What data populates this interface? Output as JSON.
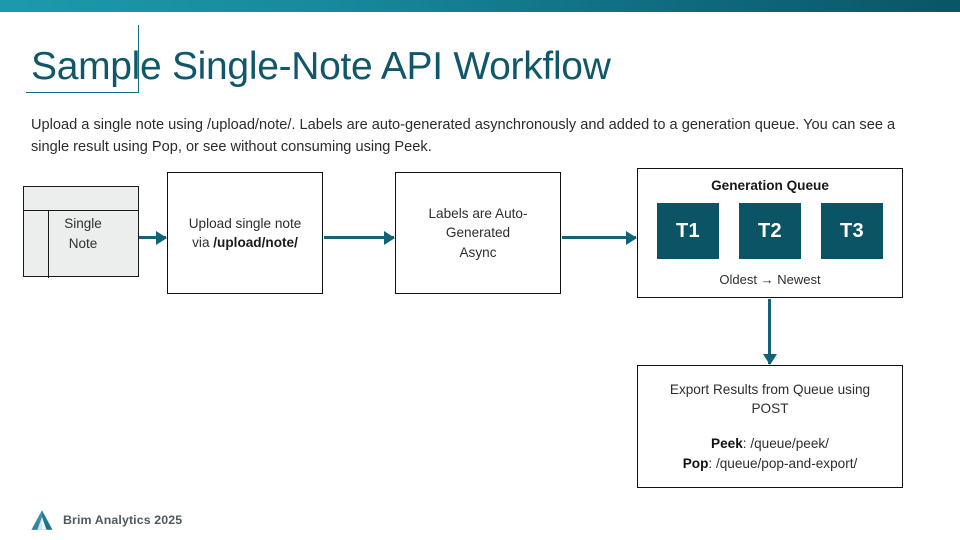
{
  "theme": {
    "accent_teal": "#0b5466",
    "title_teal": "#11576a",
    "arrow_teal": "#136277",
    "bar_gradient_start": "#1c9aab",
    "bar_gradient_end": "#0a5566",
    "note_fill": "#eceded"
  },
  "header": {
    "title": "Sample Single-Note API Workflow",
    "description": "Upload a single note using /upload/note/. Labels are auto-generated asynchronously and added to a generation queue. You can see a single result using Pop, or see without consuming using Peek."
  },
  "diagram": {
    "note_card": {
      "label_line1": "Single",
      "label_line2": "Note"
    },
    "upload_box": {
      "line1": "Upload single note",
      "line2_prefix": "via ",
      "line2_endpoint": "/upload/note/"
    },
    "labels_box": {
      "line1": "Labels are Auto-",
      "line2": "Generated",
      "line3": "Async"
    },
    "queue_box": {
      "title": "Generation Queue",
      "chips": [
        "T1",
        "T2",
        "T3"
      ],
      "caption": "Oldest → Newest"
    },
    "export_box": {
      "heading_line1": "Export Results from Queue using",
      "heading_line2": "POST",
      "endpoints": [
        {
          "name": "Peek",
          "separator": ": ",
          "path": "/queue/peek/"
        },
        {
          "name": "Pop",
          "separator": ": ",
          "path": "/queue/pop-and-export/"
        }
      ]
    }
  },
  "footer": {
    "brand": "Brim Analytics 2025"
  }
}
